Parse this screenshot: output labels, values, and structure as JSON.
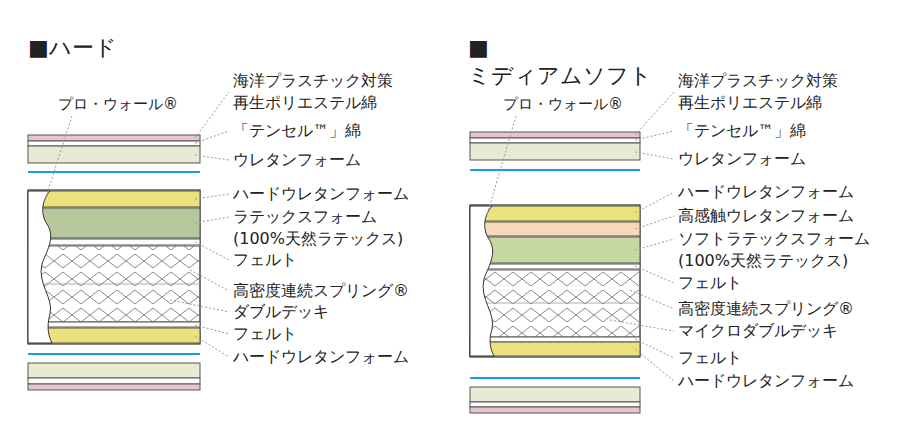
{
  "diagram": {
    "labels": [
      "■ハード",
      "プロ・ウォール®",
      "海洋プラスチック対策 再生ポリエステル綿",
      "「テンセル™」綿",
      "ウレタンフォーム",
      "ハードウレタンフォーム",
      "ラテックスフォーム (100%天然ラテックス)",
      "フェルト",
      "高密度連続スプリング®",
      "ダブルデッキ",
      "フェルト",
      "ハードウレタンフォーム",
      "■ミディアムソフト",
      "プロ・ウォール®",
      "海洋プラスチック対策 再生ポリエステル綿",
      "「テンセル™」綿",
      "ウレタンフォーム",
      "ハードウレタンフォーム",
      "高感触ウレタンフォーム",
      "ソフトラテックスフォーム (100%天然ラテックス)",
      "フェルト",
      "高密度連続スプリング®",
      "マイクロダブルデッキ",
      "フェルト",
      "ハードウレタンフォーム"
    ]
  }
}
